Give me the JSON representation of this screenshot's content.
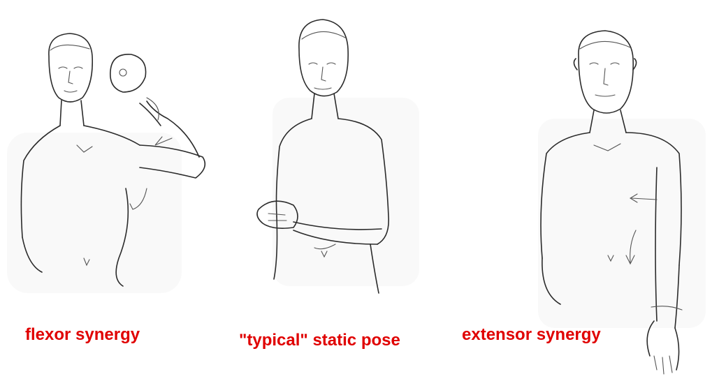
{
  "figures": [
    {
      "id": "flexor",
      "caption": "flexor synergy"
    },
    {
      "id": "typical",
      "caption": "\"typical\" static pose"
    },
    {
      "id": "extensor",
      "caption": "extensor synergy"
    }
  ],
  "colors": {
    "caption": "#e00000",
    "ink": "#2b2b2b",
    "background": "#ffffff"
  }
}
